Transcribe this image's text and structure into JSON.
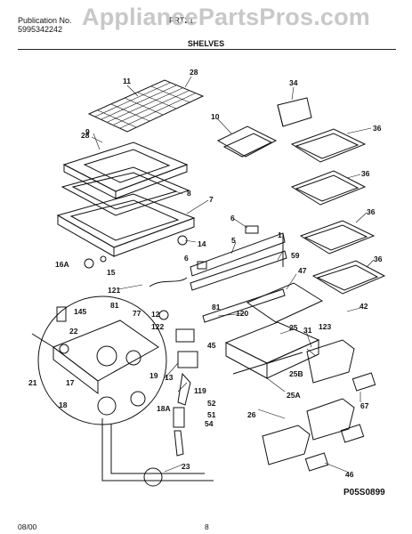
{
  "header": {
    "publication_label": "Publication No.",
    "publication_number": "5995342242",
    "model_fragment": "FRT21",
    "section_title": "SHELVES"
  },
  "watermark": "AppliancePartsPros.com",
  "callouts": [
    "11",
    "28",
    "34",
    "10",
    "9",
    "28",
    "36",
    "36",
    "8",
    "7",
    "36",
    "6",
    "5",
    "14",
    "1",
    "6",
    "59",
    "47",
    "36",
    "16A",
    "15",
    "121",
    "42",
    "145",
    "81",
    "77",
    "12",
    "120",
    "81",
    "25",
    "123",
    "31",
    "122",
    "45",
    "22",
    "25B",
    "13",
    "19",
    "21",
    "17",
    "119",
    "25A",
    "67",
    "18",
    "18A",
    "52",
    "51",
    "54",
    "26",
    "23",
    "46"
  ],
  "figure_code": "P05S0899",
  "footer": {
    "date": "08/00",
    "page": "8"
  }
}
